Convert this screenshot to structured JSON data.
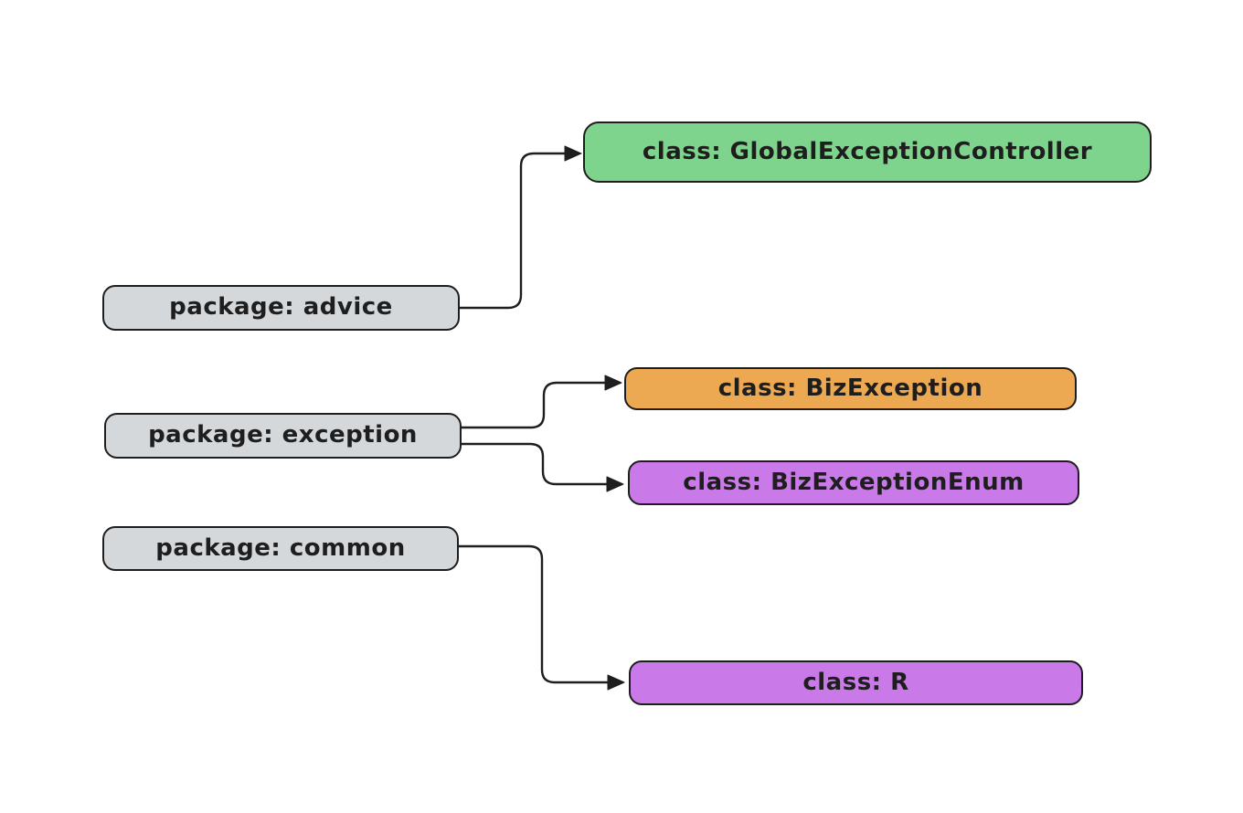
{
  "diagram": {
    "type": "flowchart",
    "background_color": "#ffffff",
    "stroke_color": "#1e1e1e",
    "nodes": [
      {
        "id": "pkg-advice",
        "kind": "package",
        "label": "package: advice",
        "fill": "#d4d8db"
      },
      {
        "id": "pkg-exception",
        "kind": "package",
        "label": "package: exception",
        "fill": "#d4d8db"
      },
      {
        "id": "pkg-common",
        "kind": "package",
        "label": "package: common",
        "fill": "#d4d8db"
      },
      {
        "id": "class-global-exception-controller",
        "kind": "class",
        "label": "class: GlobalExceptionController",
        "fill": "#7ed48c"
      },
      {
        "id": "class-biz-exception",
        "kind": "class",
        "label": "class: BizException",
        "fill": "#eda952"
      },
      {
        "id": "class-biz-exception-enum",
        "kind": "class",
        "label": "class: BizExceptionEnum",
        "fill": "#c97ae8"
      },
      {
        "id": "class-r",
        "kind": "class",
        "label": "class: R",
        "fill": "#c97ae8"
      }
    ],
    "edges": [
      {
        "from": "pkg-advice",
        "to": "class-global-exception-controller"
      },
      {
        "from": "pkg-exception",
        "to": "class-biz-exception"
      },
      {
        "from": "pkg-exception",
        "to": "class-biz-exception-enum"
      },
      {
        "from": "pkg-common",
        "to": "class-r"
      }
    ]
  }
}
